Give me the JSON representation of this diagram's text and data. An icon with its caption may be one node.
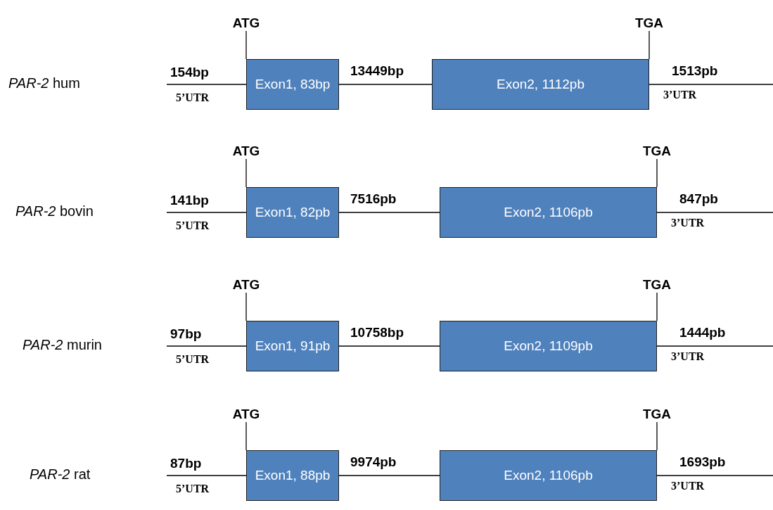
{
  "diagram": {
    "nodes": [
      {
        "text": [
          "ATG"
        ]
      },
      {
        "text": [
          "TGA"
        ]
      },
      {
        "text": [
          "Exon1, 83bp"
        ]
      },
      {
        "text": [
          "Exon2, 1112pb"
        ]
      },
      {
        "text": [
          "ATG"
        ]
      },
      {
        "text": [
          "TGA"
        ]
      },
      {
        "text": [
          "Exon1, 82pb"
        ]
      },
      {
        "text": [
          "Exon2, 1106pb"
        ]
      },
      {
        "text": [
          "ATG"
        ]
      },
      {
        "text": [
          "TGA"
        ]
      },
      {
        "text": [
          "Exon1, 91pb"
        ]
      },
      {
        "text": [
          "Exon2, 1109pb"
        ]
      },
      {
        "text": [
          "ATG"
        ]
      },
      {
        "text": [
          "TGA"
        ]
      },
      {
        "text": [
          "Exon1, 88pb"
        ]
      },
      {
        "text": [
          "Exon2, 1106pb"
        ]
      }
    ],
    "edges": [
      {
        "from": null,
        "to": 2,
        "arrow": "none",
        "label": "154bp"
      },
      {
        "from": 2,
        "to": 3,
        "arrow": "none",
        "label": "13449bp"
      },
      {
        "from": 3,
        "to": null,
        "arrow": "none",
        "label": "1513pb"
      },
      {
        "from": 0,
        "to": 2,
        "arrow": "none"
      },
      {
        "from": 1,
        "to": 3,
        "arrow": "none"
      },
      {
        "from": null,
        "to": 6,
        "arrow": "none",
        "label": "141bp"
      },
      {
        "from": 6,
        "to": 7,
        "arrow": "none",
        "label": "7516pb"
      },
      {
        "from": 7,
        "to": null,
        "arrow": "none",
        "label": "847pb"
      },
      {
        "from": 4,
        "to": 6,
        "arrow": "none"
      },
      {
        "from": 5,
        "to": 7,
        "arrow": "none"
      },
      {
        "from": null,
        "to": 10,
        "arrow": "none",
        "label": "97bp"
      },
      {
        "from": 10,
        "to": 11,
        "arrow": "none",
        "label": "10758bp"
      },
      {
        "from": 11,
        "to": null,
        "arrow": "none",
        "label": "1444pb"
      },
      {
        "from": 8,
        "to": 10,
        "arrow": "none"
      },
      {
        "from": 9,
        "to": 11,
        "arrow": "none"
      },
      {
        "from": null,
        "to": 14,
        "arrow": "none",
        "label": "87bp"
      },
      {
        "from": 14,
        "to": 15,
        "arrow": "none",
        "label": "9974pb"
      },
      {
        "from": 15,
        "to": null,
        "arrow": "none",
        "label": "1693pb"
      },
      {
        "from": 12,
        "to": 14,
        "arrow": "none"
      },
      {
        "from": 13,
        "to": 15,
        "arrow": "none"
      }
    ],
    "labels": [
      "*PAR-2* hum",
      "5’UTR",
      "3’UTR",
      "*PAR-2* bovin",
      "5’UTR",
      "3’UTR",
      "*PAR-2* murin",
      "5’UTR",
      "3’UTR",
      "*PAR-2* rat",
      "5’UTR",
      "3’UTR"
    ]
  }
}
